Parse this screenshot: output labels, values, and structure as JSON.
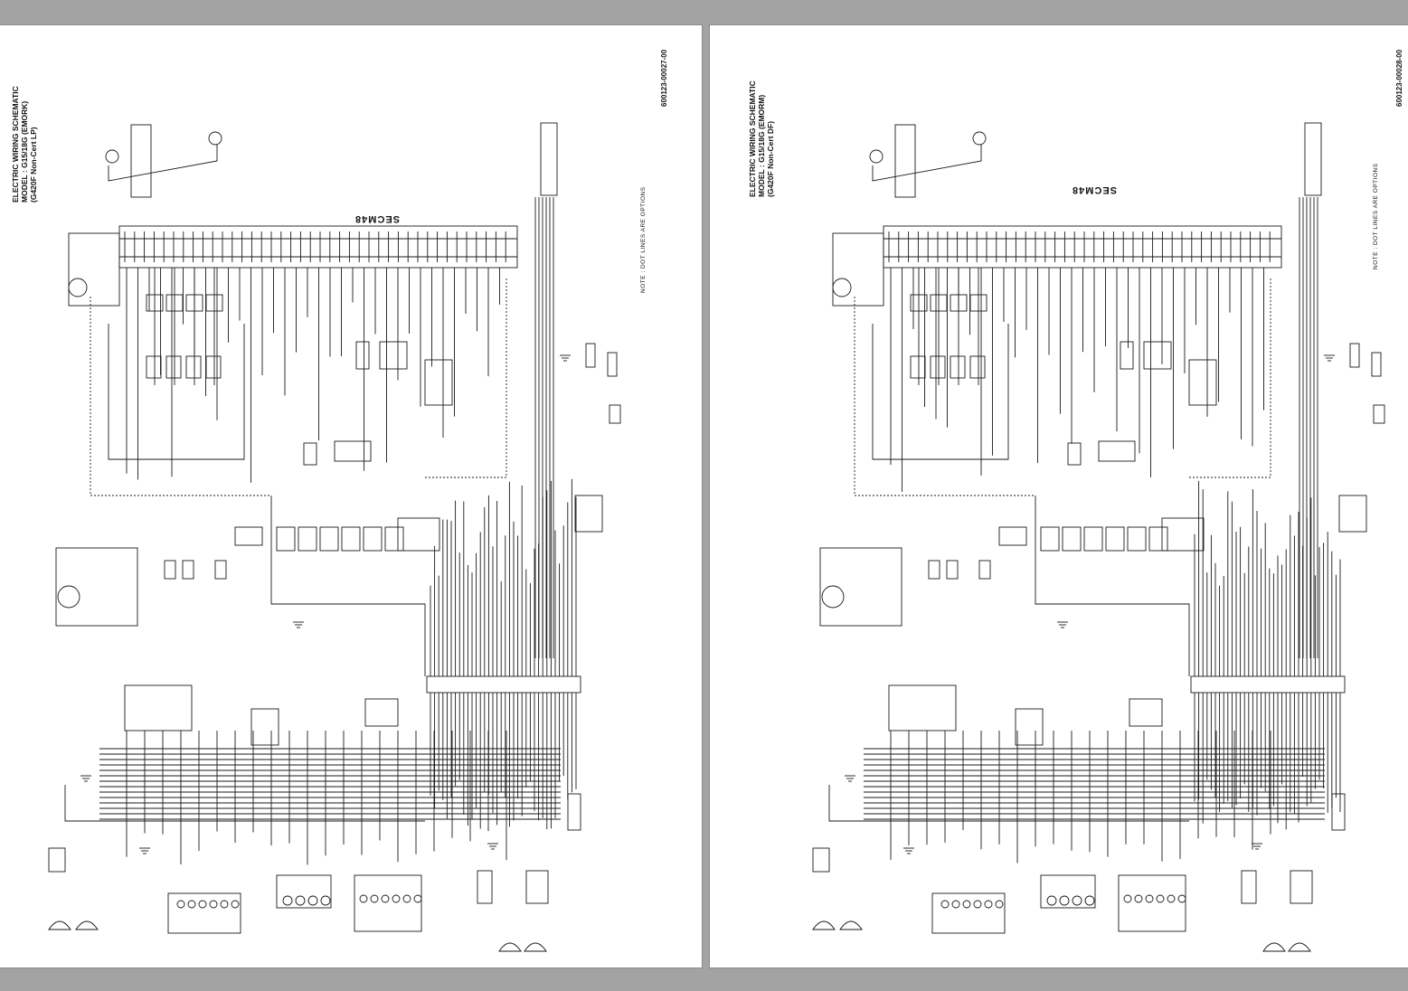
{
  "viewer": {
    "pages": [
      {
        "title_line1": "ELECTRIC WIRING SCHEMATIC",
        "title_line2": "MODEL : G15/18G (EMORK)",
        "title_line3": "(G420F Non-Cert LP)",
        "doc_number": "600123-00027-00",
        "note": "NOTE : DOT LINES ARE OPTIONS",
        "ecm_label": "SECM48"
      },
      {
        "title_line1": "ELECTRIC WIRING SCHEMATIC",
        "title_line2": "MODEL : G15/18G (EMORM)",
        "title_line3": "(G420F Non-Cert DF)",
        "doc_number": "600123-00028-00",
        "note": "NOTE : DOT LINES ARE OPTIONS",
        "ecm_label": "SECM48"
      }
    ]
  }
}
